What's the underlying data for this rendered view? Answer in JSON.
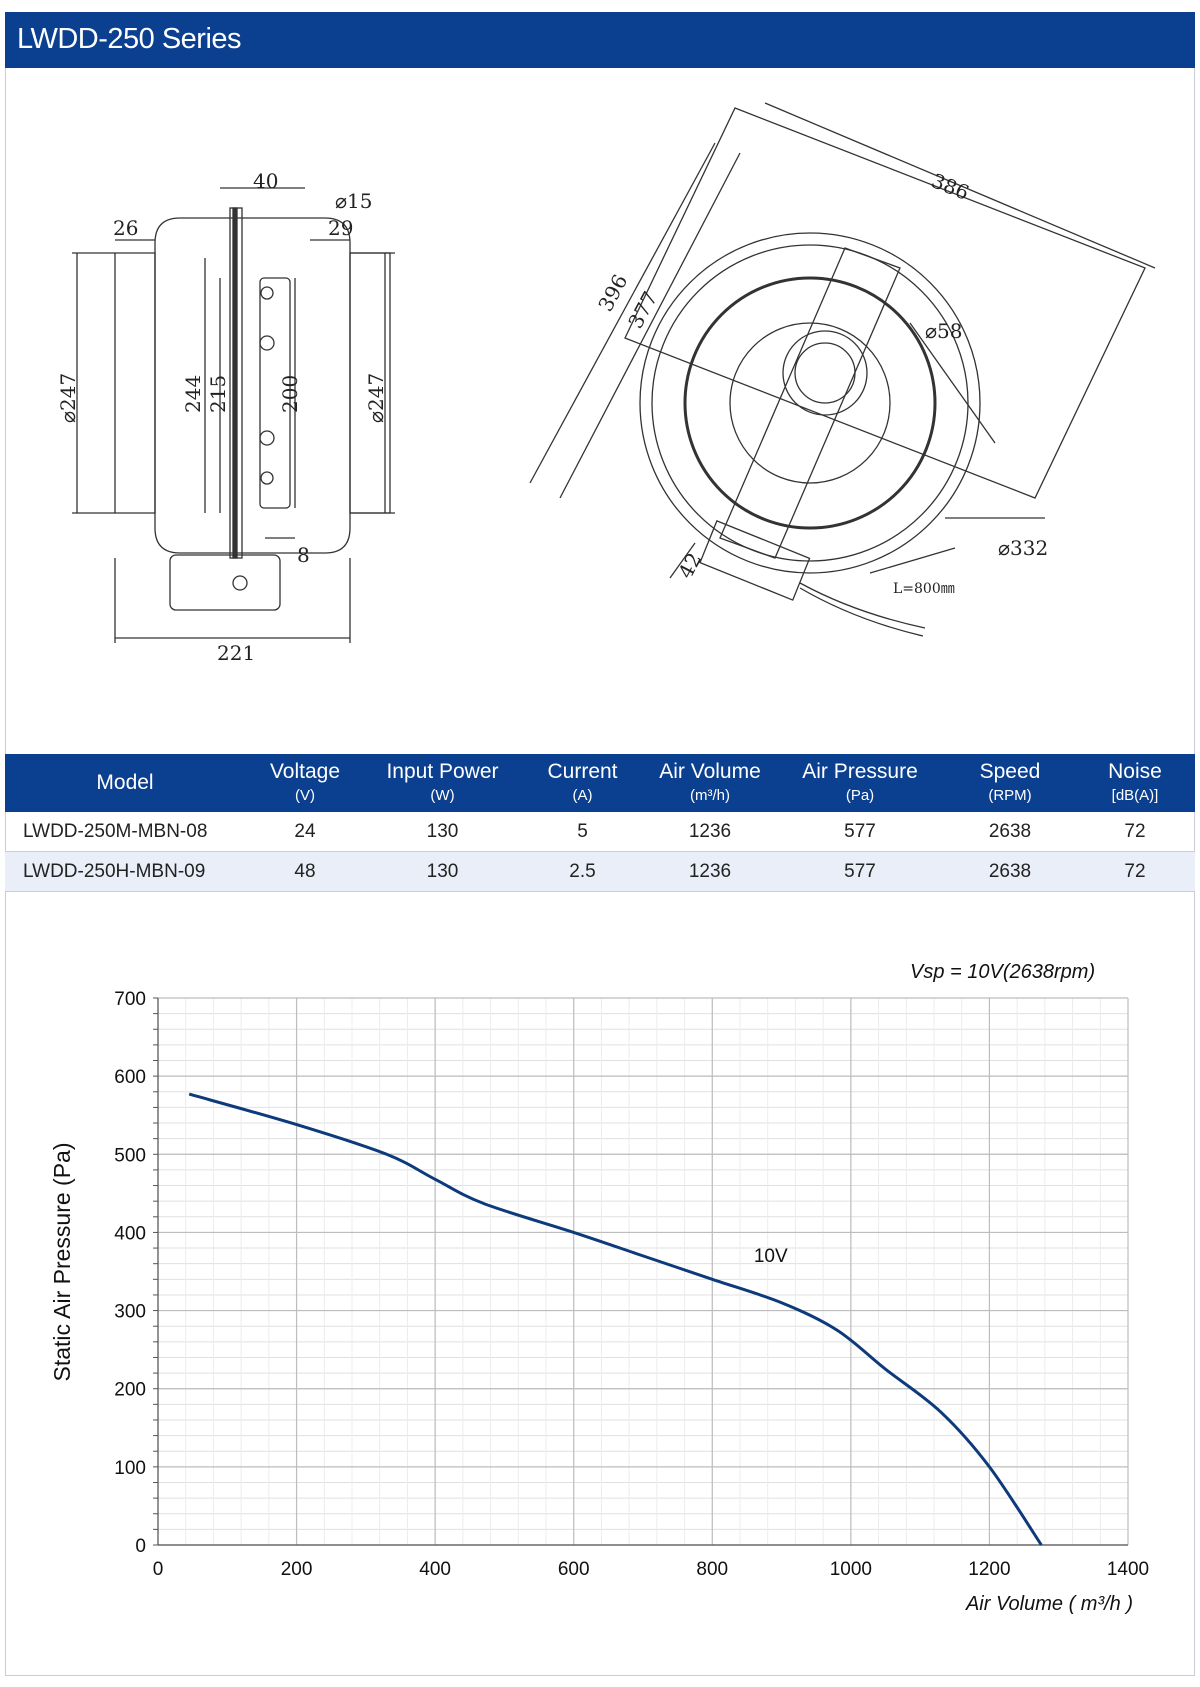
{
  "header": {
    "title": "LWDD-250 Series"
  },
  "drawing": {
    "side_view_dims": [
      "40",
      "⌀15",
      "26",
      "29",
      "⌀247",
      "244",
      "215",
      "200",
      "⌀247",
      "8",
      "221"
    ],
    "front_view_dims": [
      "386",
      "396",
      "377",
      "⌀58",
      "⌀332",
      "42",
      "L=800㎜"
    ]
  },
  "table": {
    "headers": [
      {
        "main": "Model",
        "unit": ""
      },
      {
        "main": "Voltage",
        "unit": "(V)"
      },
      {
        "main": "Input Power",
        "unit": "(W)"
      },
      {
        "main": "Current",
        "unit": "(A)"
      },
      {
        "main": "Air Volume",
        "unit": "(m³/h)"
      },
      {
        "main": "Air Pressure",
        "unit": "(Pa)"
      },
      {
        "main": "Speed",
        "unit": "(RPM)"
      },
      {
        "main": "Noise",
        "unit": "[dB(A)]"
      }
    ],
    "rows": [
      [
        "LWDD-250M-MBN-08",
        "24",
        "130",
        "5",
        "1236",
        "577",
        "2638",
        "72"
      ],
      [
        "LWDD-250H-MBN-09",
        "48",
        "130",
        "2.5",
        "1236",
        "577",
        "2638",
        "72"
      ]
    ]
  },
  "chart_data": {
    "type": "line",
    "annotation": "Vsp = 10V(2638rpm)",
    "xlabel": "Air Volume ( m³/h )",
    "ylabel": "Static Air Pressure  (Pa)",
    "xlim": [
      0,
      1400
    ],
    "ylim": [
      0,
      700
    ],
    "xticks": [
      0,
      200,
      400,
      600,
      800,
      1000,
      1200,
      1400
    ],
    "yticks": [
      0,
      100,
      200,
      300,
      400,
      500,
      600,
      700
    ],
    "grid": true,
    "line_color": "#0d3a7a",
    "series": [
      {
        "name": "10V",
        "x": [
          45,
          200,
          330,
          400,
          470,
          600,
          700,
          800,
          900,
          980,
          1050,
          1130,
          1200,
          1275
        ],
        "values": [
          577,
          538,
          500,
          468,
          437,
          400,
          370,
          340,
          310,
          275,
          225,
          170,
          100,
          0
        ]
      }
    ]
  }
}
